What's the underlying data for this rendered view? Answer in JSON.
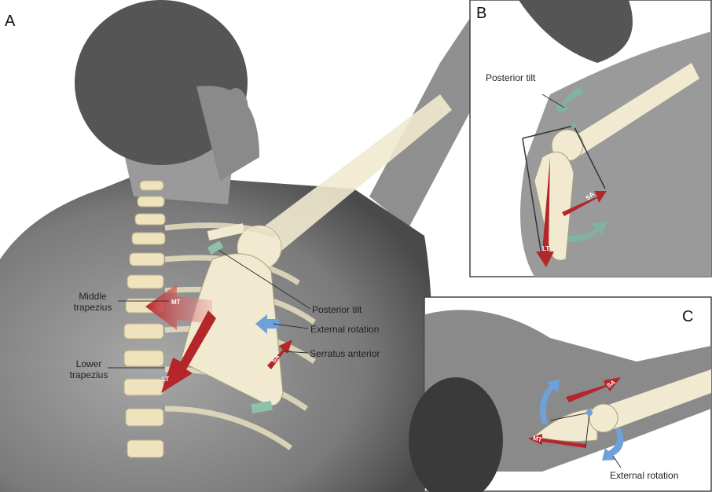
{
  "panels": {
    "a": {
      "letter": "A",
      "labels": {
        "middle_trapezius": "Middle trapezius",
        "lower_trapezius": "Lower trapezius",
        "posterior_tilt": "Posterior tilt",
        "external_rotation": "External rotation",
        "serratus_anterior": "Serratus anterior"
      },
      "arrow_tags": {
        "mt": "MT",
        "lt": "LT",
        "sa": "SA"
      }
    },
    "b": {
      "letter": "B",
      "labels": {
        "posterior_tilt": "Posterior tilt"
      },
      "arrow_tags": {
        "sa": "SA",
        "lt": "LT"
      }
    },
    "c": {
      "letter": "C",
      "labels": {
        "external_rotation": "External rotation"
      },
      "arrow_tags": {
        "sa": "SA",
        "mt": "MT"
      }
    }
  },
  "colors": {
    "muscle_arrow": "#b5262a",
    "rotation_arrow_blue": "#6fa0d8",
    "rotation_arrow_green": "#7fb5a0",
    "bone": "#f1ead0",
    "skin": "#8a8a8a"
  }
}
